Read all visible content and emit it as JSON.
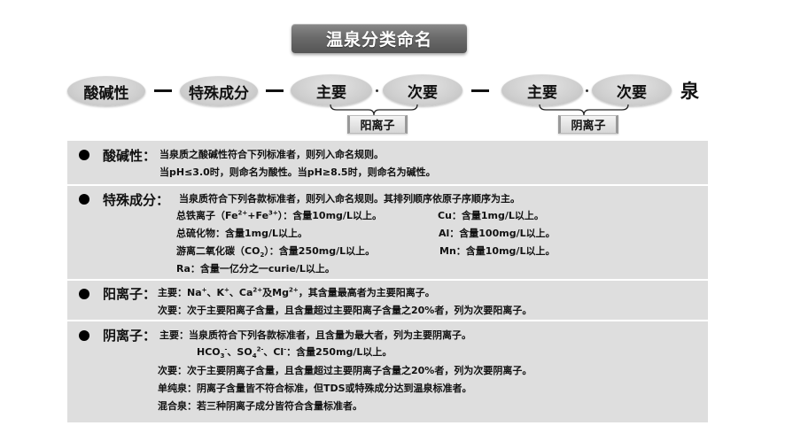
{
  "title": "温泉分类命名",
  "formula": {
    "items": [
      {
        "id": "acidity",
        "label": "酸碱性"
      },
      {
        "id": "special",
        "label": "特殊成分"
      },
      {
        "id": "cation-major",
        "label": "主要"
      },
      {
        "id": "cation-minor",
        "label": "次要"
      },
      {
        "id": "anion-major",
        "label": "主要"
      },
      {
        "id": "anion-minor",
        "label": "次要"
      }
    ],
    "separator_dash": "—",
    "separator_dot": "·",
    "suffix": "泉",
    "groups": [
      {
        "label": "阳离子"
      },
      {
        "label": "阴离子"
      }
    ]
  },
  "sections": {
    "acidity": {
      "heading": "酸碱性：",
      "lines": [
        "当泉质之酸碱性符合下列标准者，则列入命名规则。",
        "当pH≤3.0时，则命名为酸性。当pH≥8.5时，则命名为碱性。"
      ]
    },
    "special": {
      "heading": "特殊成分：",
      "intro": "当泉质符合下列各款标准者，则列入命名规则。其排列顺序依原子序顺序为主。",
      "left": [
        {
          "pre": "总铁离子（Fe",
          "sup1": "2+",
          "mid": "+Fe",
          "sup2": "3+",
          "post": "）：含量10mg/L以上。"
        },
        {
          "text": "总硫化物：含量1mg/L以上。"
        },
        {
          "pre": "游离二氧化碳（CO",
          "sub": "2",
          "post": "）：含量250mg/L以上。"
        },
        {
          "text": "Ra：含量一亿分之一curie/L以上。"
        }
      ],
      "right": [
        "Cu：含量1mg/L以上。",
        "Al：含量100mg/L以上。",
        "Mn：含量10mg/L以上。"
      ]
    },
    "cation": {
      "heading": "阳离子：",
      "major": {
        "pre": "主要：Na",
        "s1": "+",
        "t1": "、K",
        "s2": "+",
        "t2": "、Ca",
        "s3": "2+",
        "t3": "及Mg",
        "s4": "2+",
        "post": "，其含量最高者为主要阳离子。"
      },
      "minor": "次要：次于主要阳离子含量，且含量超过主要阳离子含量之20%者，列为次要阳离子。"
    },
    "anion": {
      "heading": "阴离子：",
      "major": "主要：当泉质符合下列各款标准者，且含量为最大者，列为主要阴离子。",
      "ions": {
        "a": "HCO",
        "a_sub": "3",
        "a_sup": "-",
        "b": "、SO",
        "b_sub": "4",
        "b_sup": "2-",
        "c": "、Cl",
        "c_sup": "-",
        "post": "：含量250mg/L以上。"
      },
      "minor": "次要：次于主要阴离子含量，且含量超过主要阴离子含量之20%者，列为次要阴离子。",
      "simple": "单纯泉：阴离子含量皆不符合标准，但TDS或特殊成分达到温泉标准者。",
      "mixed": "混合泉：若三种阴离子成分皆符合含量标准者。"
    }
  },
  "colors": {
    "panel_bg": "#dedede",
    "title_bg": "#6b6b6b",
    "oval_bg": "#cfcfcf",
    "text": "#111111"
  }
}
